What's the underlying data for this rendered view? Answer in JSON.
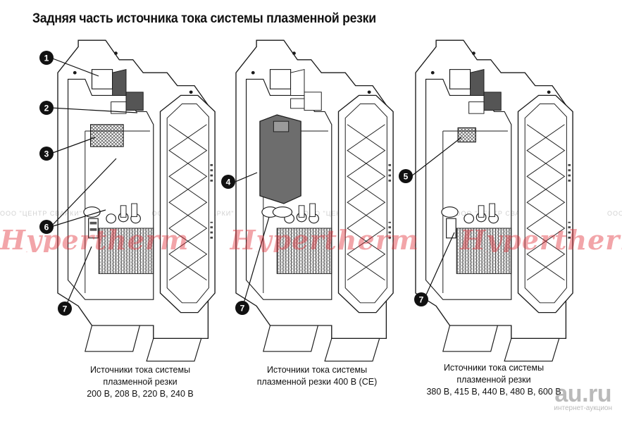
{
  "title": "Задняя часть источника тока системы плазменной резки",
  "callouts": [
    "1",
    "2",
    "3",
    "4",
    "5",
    "6",
    "7"
  ],
  "captions": {
    "left": [
      "Источники тока системы",
      "плазменной резки",
      "200 В, 208 В, 220 В, 240 В"
    ],
    "middle": [
      "Источники тока системы",
      "плазменной резки 400 В (CE)"
    ],
    "right": [
      "Источники тока системы",
      "плазменной резки",
      "380 В, 415 В, 440 В, 480 В, 600 В"
    ]
  },
  "watermark": {
    "brand": "Hypertherm",
    "company": "ООО \"ЦЕНТР СВАРКИ\""
  },
  "site_logo": {
    "name": "au.ru",
    "tagline": "интернет-аукцион"
  },
  "colors": {
    "line": "#1a1a1a",
    "badge": "#111111",
    "watermark": "#e12832"
  }
}
